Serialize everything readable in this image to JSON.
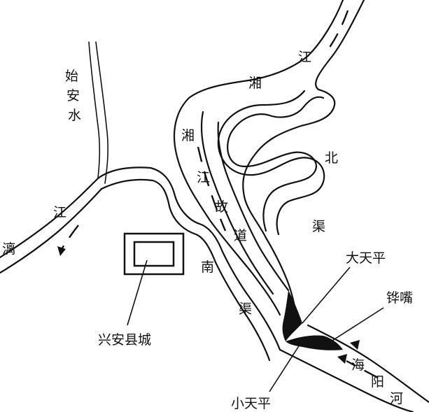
{
  "labels": {
    "shi_an_shui": [
      "始",
      "安",
      "水"
    ],
    "li_jiang_li": "漓",
    "li_jiang_jiang": "江",
    "county_town": "兴安县城",
    "nan_qu": [
      "南",
      "渠"
    ],
    "xiang_jiang_top": [
      "湘",
      "江"
    ],
    "xiang_jiang_gudao": [
      "湘",
      "江",
      "故",
      "道"
    ],
    "bei_qu": [
      "北",
      "渠"
    ],
    "da_tian_ping": "大天平",
    "xiao_tian_ping": "小天平",
    "hua_zui": "铧嘴",
    "hai_yang_he": [
      "海",
      "阳",
      "河"
    ]
  },
  "colors": {
    "ink": "#111111",
    "paper": "#ffffff"
  }
}
